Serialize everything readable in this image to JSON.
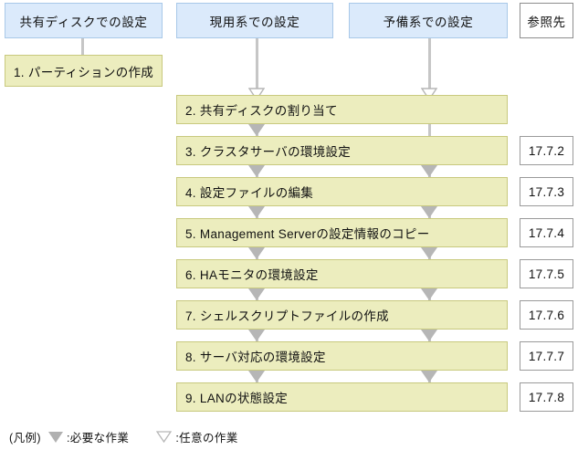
{
  "headers": [
    {
      "label": "共有ディスクでの設定",
      "name": "column-header-shared-disk"
    },
    {
      "label": "現用系での設定",
      "name": "column-header-active-system"
    },
    {
      "label": "予備系での設定",
      "name": "column-header-standby-system"
    },
    {
      "label": "参照先",
      "name": "column-header-reference"
    }
  ],
  "shared_disk_step": {
    "label": "1. パーティションの作成",
    "reference": ""
  },
  "steps": [
    {
      "label": "2. 共有ディスクの割り当て",
      "reference": ""
    },
    {
      "label": "3. クラスタサーバの環境設定",
      "reference": "17.7.2"
    },
    {
      "label": "4. 設定ファイルの編集",
      "reference": "17.7.3"
    },
    {
      "label": "5. Management Serverの設定情報のコピー",
      "reference": "17.7.4"
    },
    {
      "label": "6. HAモニタの環境設定",
      "reference": "17.7.5"
    },
    {
      "label": "7. シェルスクリプトファイルの作成",
      "reference": "17.7.6"
    },
    {
      "label": "8. サーバ対応の環境設定",
      "reference": "17.7.7"
    },
    {
      "label": "9. LANの状態設定",
      "reference": "17.7.8"
    }
  ],
  "legend": {
    "title": "(凡例)",
    "required_label": ":必要な作業",
    "optional_label": ":任意の作業",
    "required_icon": "solid-down-triangle-icon",
    "optional_icon": "hollow-down-triangle-icon"
  },
  "colors": {
    "header_fill": "#dbeafb",
    "header_border": "#a8c8e8",
    "step_fill": "#ecedbe",
    "step_border": "#c8c97e",
    "connector": "#c6c6c6",
    "arrow": "#b6b6b6",
    "reference_border": "#9a9a9a"
  }
}
